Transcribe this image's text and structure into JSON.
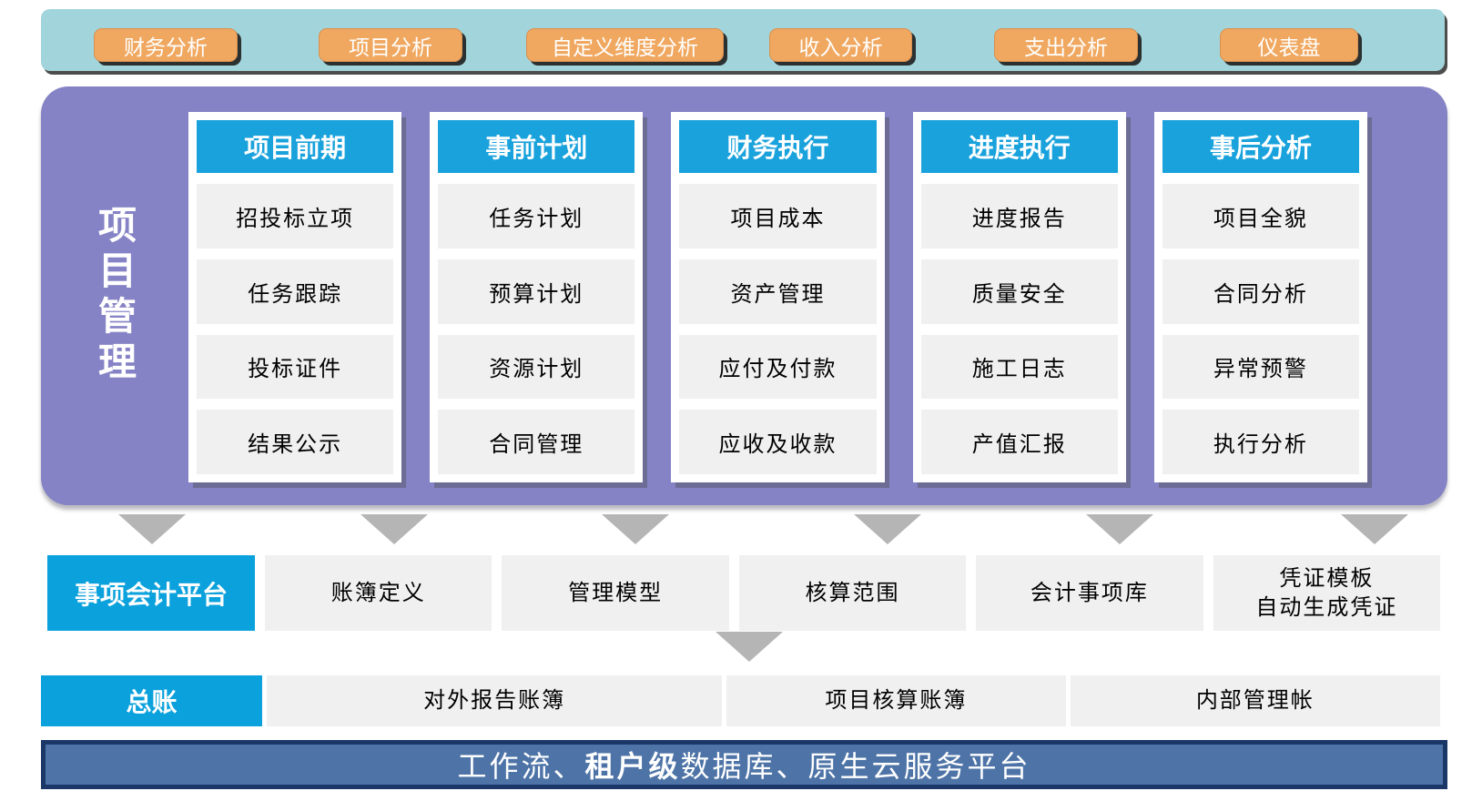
{
  "top_bar": {
    "buttons": [
      {
        "label": "财务分析"
      },
      {
        "label": "项目分析"
      },
      {
        "label": "自定义维度分析"
      },
      {
        "label": "收入分析"
      },
      {
        "label": "支出分析"
      },
      {
        "label": "仪表盘"
      }
    ]
  },
  "project_panel": {
    "title": "项目管理",
    "cards": [
      {
        "title": "项目前期",
        "items": [
          "招投标立项",
          "任务跟踪",
          "投标证件",
          "结果公示"
        ]
      },
      {
        "title": "事前计划",
        "items": [
          "任务计划",
          "预算计划",
          "资源计划",
          "合同管理"
        ]
      },
      {
        "title": "财务执行",
        "items": [
          "项目成本",
          "资产管理",
          "应付及付款",
          "应收及收款"
        ]
      },
      {
        "title": "进度执行",
        "items": [
          "进度报告",
          "质量安全",
          "施工日志",
          "产值汇报"
        ]
      },
      {
        "title": "事后分析",
        "items": [
          "项目全貌",
          "合同分析",
          "异常预警",
          "执行分析"
        ]
      }
    ]
  },
  "accounting_row": {
    "label": "事项会计平台",
    "items": [
      "账簿定义",
      "管理模型",
      "核算范围",
      "会计事项库"
    ],
    "voucher": {
      "line1": "凭证模板",
      "line2": "自动生成凭证"
    }
  },
  "ledger_row": {
    "label": "总账",
    "items": [
      "对外报告账簿",
      "项目核算账簿",
      "内部管理帐"
    ]
  },
  "platform_bar": {
    "prefix": "工作流、",
    "bold": "租户级",
    "suffix": "数据库、原生云服务平台"
  },
  "colors": {
    "top_bar_bg": "#a2d5db",
    "button_orange": "#f0a860",
    "panel_purple": "#8583c5",
    "header_blue": "#19a2dc",
    "cell_gray": "#f0f0f0",
    "arrow_gray": "#b5b5b5",
    "platform_fill": "#4e74a7",
    "platform_border": "#1b3768"
  }
}
